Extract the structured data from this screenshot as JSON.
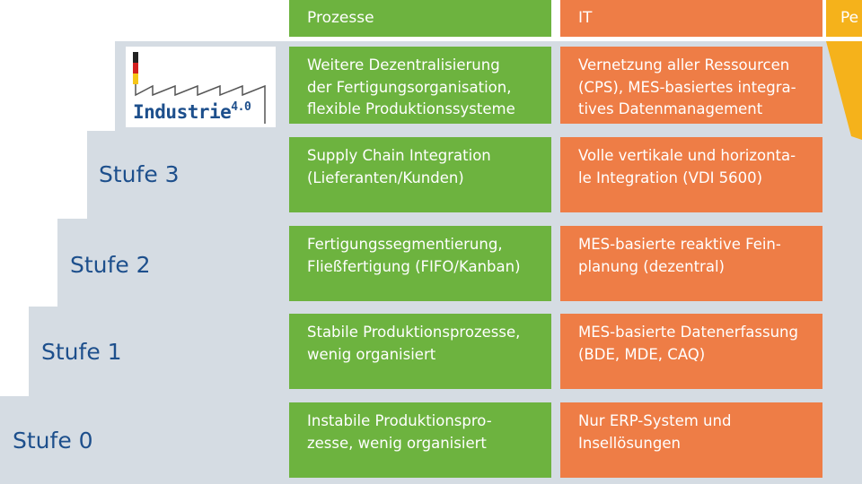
{
  "headers": {
    "prozesse": "Prozesse",
    "it": "IT",
    "third": "Pe"
  },
  "logo": {
    "text": "Industrie",
    "version": "4.0"
  },
  "levels": [
    {
      "label": "",
      "prozesse": [
        "Weitere Dezentralisierung",
        "der Fertigungsorganisation,",
        "flexible Produktionssysteme"
      ],
      "it": [
        "Vernetzung aller Ressourcen",
        "(CPS), MES-basiertes integra-",
        "tives Datenmanagement"
      ]
    },
    {
      "label": "Stufe 3",
      "prozesse": [
        "Supply Chain Integration",
        "(Lieferanten/Kunden)"
      ],
      "it": [
        "Volle vertikale und horizonta-",
        "le Integration (VDI 5600)"
      ]
    },
    {
      "label": "Stufe 2",
      "prozesse": [
        "Fertigungssegmentierung,",
        "Fließfertigung (FIFO/Kanban)"
      ],
      "it": [
        "MES-basierte reaktive Fein-",
        "planung (dezentral)"
      ]
    },
    {
      "label": "Stufe 1",
      "prozesse": [
        "Stabile Produktionsprozesse,",
        "wenig organisiert"
      ],
      "it": [
        "MES-basierte Datenerfassung",
        "(BDE, MDE, CAQ)"
      ]
    },
    {
      "label": "Stufe 0",
      "prozesse": [
        "Instabile Produktionspro-",
        "zesse, wenig organisiert"
      ],
      "it": [
        "Nur ERP-System und",
        "Insellösungen"
      ]
    }
  ],
  "colors": {
    "prozesse": "#6db33f",
    "it": "#ee7d46",
    "third": "#f5b21b",
    "step": "#d5dce3",
    "label": "#1d4f8c"
  }
}
